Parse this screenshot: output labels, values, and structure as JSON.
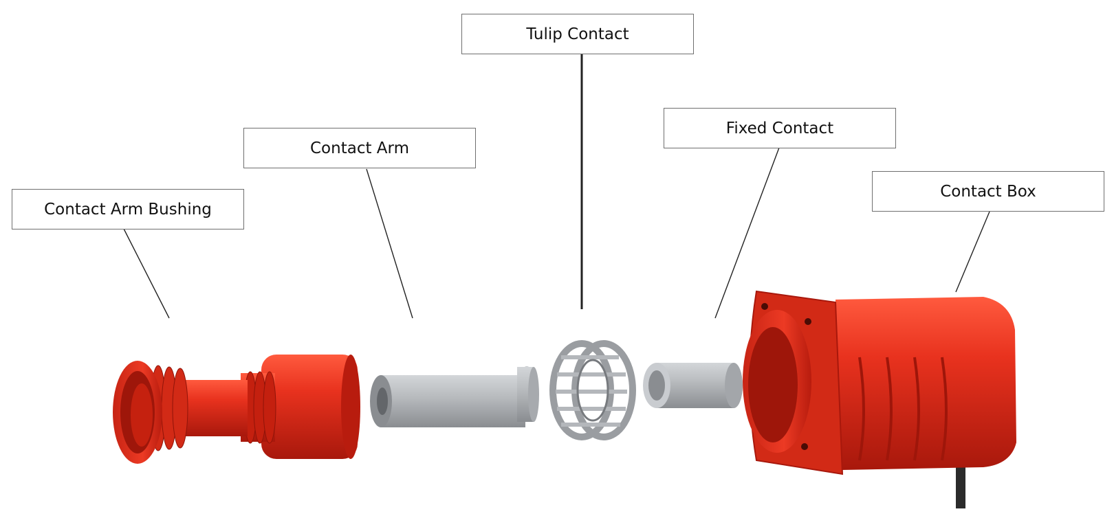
{
  "diagram": {
    "labels": {
      "tulip_contact": "Tulip Contact",
      "contact_arm": "Contact Arm",
      "fixed_contact": "Fixed Contact",
      "contact_box": "Contact Box",
      "contact_arm_bushing": "Contact Arm Bushing"
    },
    "colors": {
      "red_part": "#e8321e",
      "red_dark": "#a8180c",
      "grey_part": "#b9bcbf",
      "grey_dark": "#7d8084",
      "leader_line": "#222222",
      "label_border": "#6e6e6e"
    }
  }
}
